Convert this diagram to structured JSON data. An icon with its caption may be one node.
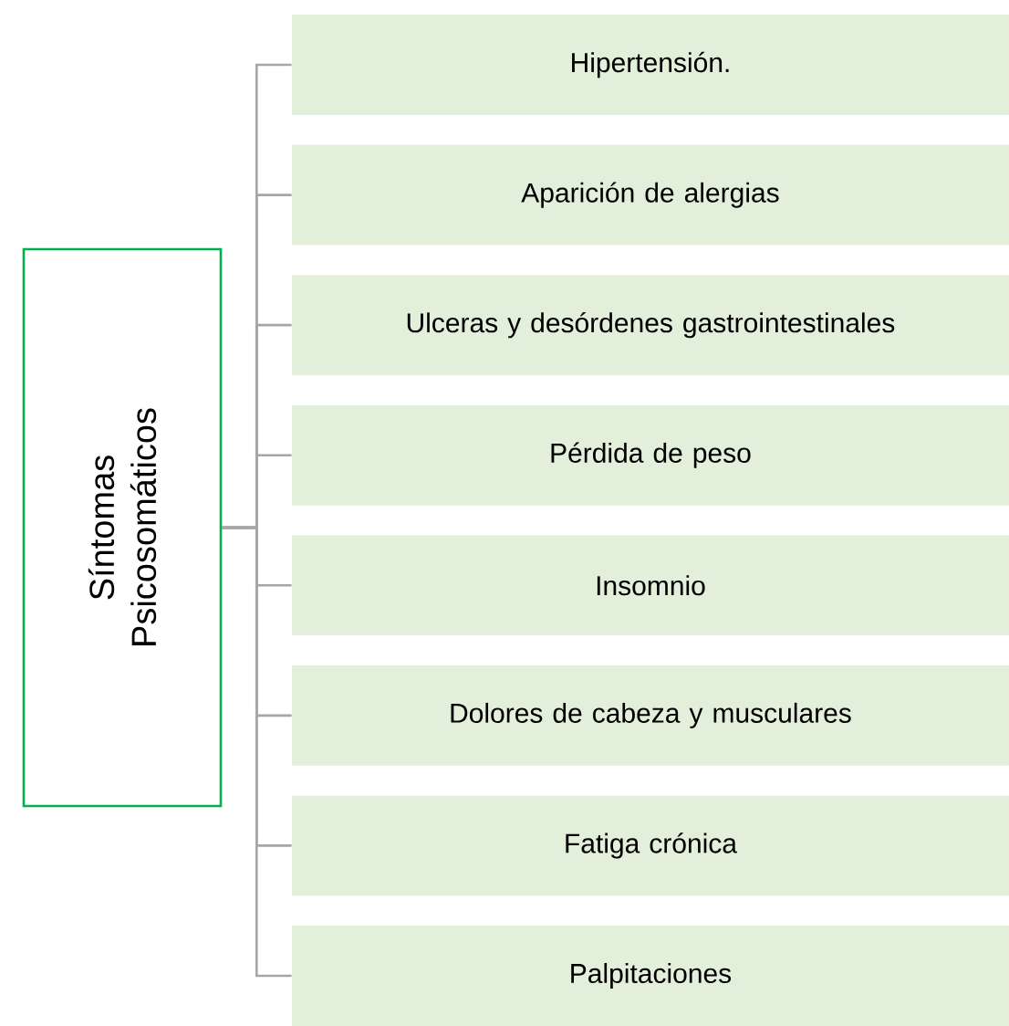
{
  "diagram": {
    "nodes": [
      {
        "text": [
          "Síntomas Psicosomáticos"
        ]
      },
      {
        "text": [
          "Hipertensión."
        ]
      },
      {
        "text": [
          "Aparición de alergias"
        ]
      },
      {
        "text": [
          "Ulceras y desórdenes gastrointestinales"
        ]
      },
      {
        "text": [
          "Pérdida de peso"
        ]
      },
      {
        "text": [
          "Insomnio"
        ]
      },
      {
        "text": [
          "Dolores de cabeza y musculares"
        ]
      },
      {
        "text": [
          "Fatiga crónica"
        ]
      },
      {
        "text": [
          "Palpitaciones"
        ]
      }
    ],
    "edges": [
      {
        "from": 0,
        "to": 1,
        "arrow": "none"
      },
      {
        "from": 0,
        "to": 2,
        "arrow": "none"
      },
      {
        "from": 0,
        "to": 3,
        "arrow": "none"
      },
      {
        "from": 0,
        "to": 4,
        "arrow": "none"
      },
      {
        "from": 0,
        "to": 5,
        "arrow": "none"
      },
      {
        "from": 0,
        "to": 6,
        "arrow": "none"
      },
      {
        "from": 0,
        "to": 7,
        "arrow": "none"
      },
      {
        "from": 0,
        "to": 8,
        "arrow": "none"
      }
    ]
  }
}
